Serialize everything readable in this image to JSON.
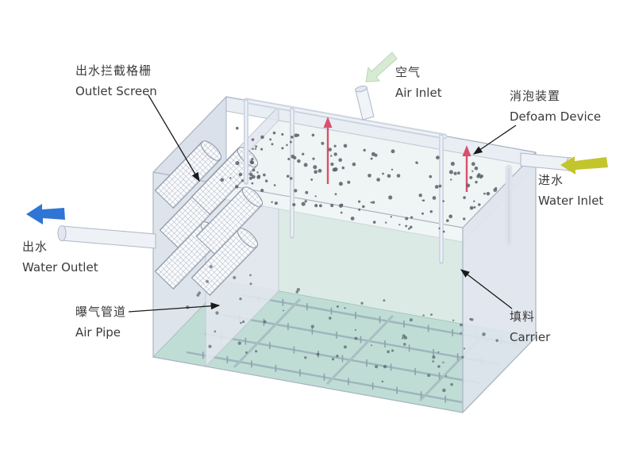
{
  "labels": {
    "outlet_screen": {
      "zh": "出水拦截格栅",
      "en": "Outlet Screen"
    },
    "air_inlet": {
      "zh": "空气",
      "en": "Air Inlet"
    },
    "defoam_device": {
      "zh": "消泡装置",
      "en": "Defoam Device"
    },
    "water_inlet": {
      "zh": "进水",
      "en": "Water Inlet"
    },
    "water_outlet": {
      "zh": "出水",
      "en": "Water Outlet"
    },
    "air_pipe": {
      "zh": "曝气管道",
      "en": "Air Pipe"
    },
    "carrier": {
      "zh": "填料",
      "en": "Carrier"
    }
  },
  "colors": {
    "water_outlet_arrow": "#2e75d6",
    "water_inlet_arrow": "#c3c52c",
    "air_inlet_arrow": "#d7ebd2",
    "defoam_arrow": "#d94f6e",
    "carrier_dot": "#56606a",
    "tank_wall": "#dde3ec",
    "water_surface": "#eef5f4",
    "tank_floor": "#b9d9d1"
  },
  "decor": {
    "surface_dot_count": 150,
    "depth_dot_count": 65
  }
}
